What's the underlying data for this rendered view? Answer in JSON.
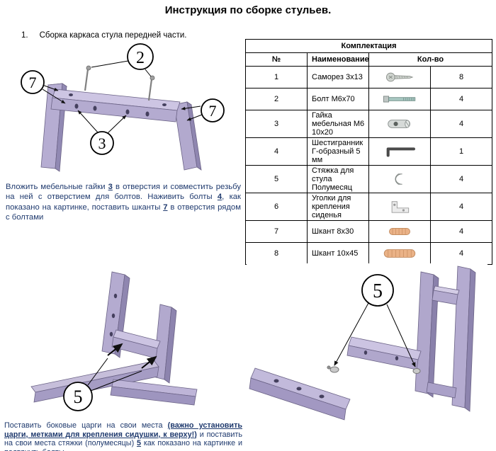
{
  "title": "Инструкция по сборке стульев.",
  "step1": {
    "number": "1.",
    "title": "Сборка каркаса стула передней части."
  },
  "instruction1": {
    "segments": [
      {
        "t": "Вложить мебельные гайки "
      },
      {
        "t": "3",
        "b": true,
        "u": true
      },
      {
        "t": " в отверстия и совместить резьбу на ней с отверстием для болтов. Наживить болты "
      },
      {
        "t": "4",
        "b": true,
        "u": true
      },
      {
        "t": ", как показано на картинке, поставить шканты "
      },
      {
        "t": "7",
        "b": true,
        "u": true
      },
      {
        "t": " в отверстия рядом с болтами"
      }
    ]
  },
  "instruction2": {
    "segments": [
      {
        "t": "Поставить боковые царги на свои места "
      },
      {
        "t": "(важно установить царги, метками для крепления сидушки, к верху!)",
        "b": true,
        "u": true
      },
      {
        "t": " и поставить на свои места стяжки (полумесяцы) "
      },
      {
        "t": "5",
        "b": true,
        "u": true
      },
      {
        "t": " как показано на картинке и подтянуть болты."
      }
    ]
  },
  "table": {
    "title": "Комплектация",
    "headers": [
      "№",
      "Наименование",
      "Кол-во"
    ],
    "rows": [
      {
        "num": "1",
        "name": "Саморез 3х13",
        "icon": "screw-icon",
        "qty": "8"
      },
      {
        "num": "2",
        "name": "Болт  М6х70",
        "icon": "bolt-icon",
        "qty": "4"
      },
      {
        "num": "3",
        "name": "Гайка мебельная М6 10х20",
        "icon": "barrel-nut-icon",
        "qty": "4"
      },
      {
        "num": "4",
        "name": "Шестигранник Г-образный 5 мм",
        "icon": "hex-key-icon",
        "qty": "1"
      },
      {
        "num": "5",
        "name": "Стяжка для стула Полумесяц",
        "icon": "half-moon-bracket-icon",
        "qty": "4"
      },
      {
        "num": "6",
        "name": "Уголки для крепления сиденья",
        "icon": "corner-bracket-icon",
        "qty": "4"
      },
      {
        "num": "7",
        "name": "Шкант 8х30",
        "icon": "dowel-short-icon",
        "qty": "4"
      },
      {
        "num": "8",
        "name": "Шкант 10х45",
        "icon": "dowel-long-icon",
        "qty": "4"
      }
    ]
  },
  "diagrams": {
    "front_frame": {
      "callout_bolts": "2",
      "callout_dowels_left": "7",
      "callout_nuts": "3",
      "callout_dowels_right": "7"
    },
    "side_frame_left": {
      "callout_brackets": "5"
    },
    "side_frame_right": {
      "callout_brackets": "5"
    }
  },
  "colors": {
    "instruction_text": "#1f3a6e",
    "frame_wood": "#b4abd0",
    "dowel_wood": "#eab287",
    "table_border": "#000000"
  }
}
